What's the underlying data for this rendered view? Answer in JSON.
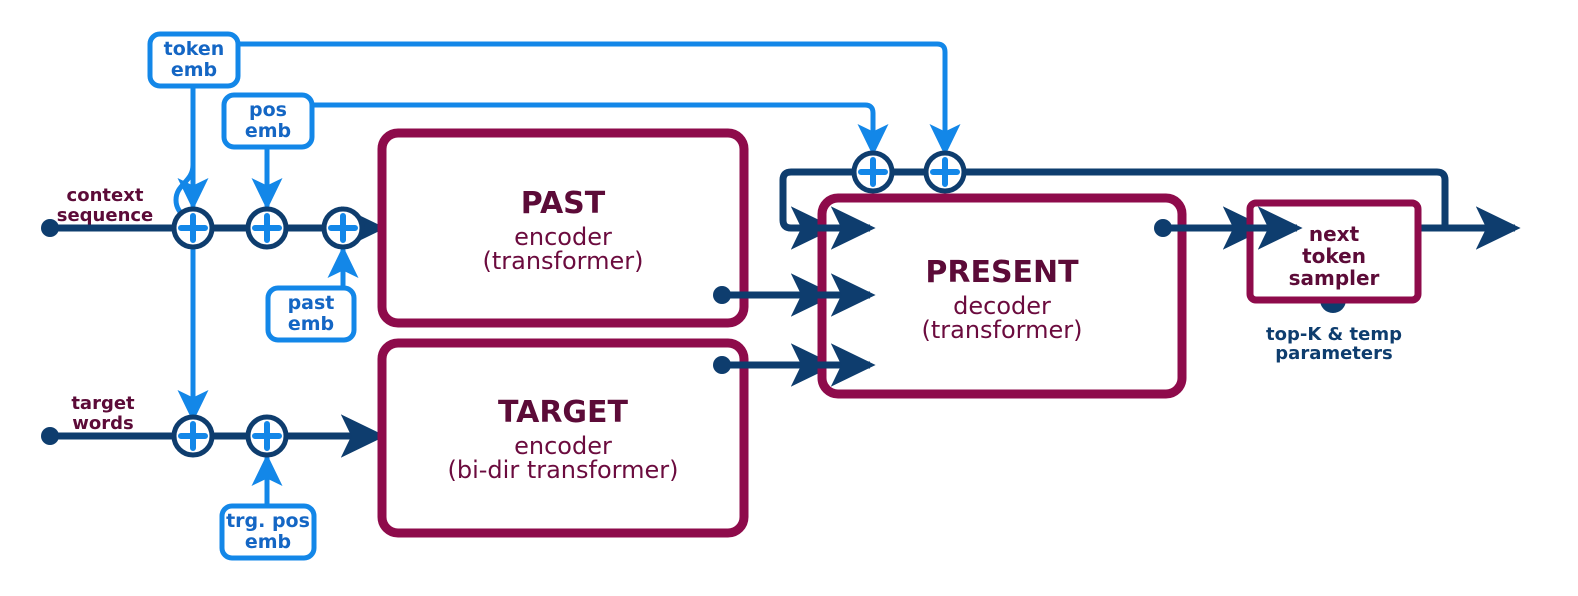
{
  "diagram": {
    "title": "PAST / PRESENT / TARGET transformer architecture",
    "colors": {
      "maroon": "#8E0B4B",
      "maroon_text": "#5C0B38",
      "navy": "#0E3D6E",
      "bright_blue": "#1387E8",
      "white": "#FFFFFF"
    }
  },
  "emb_boxes": {
    "token_emb": {
      "line1": "token",
      "line2": "emb"
    },
    "pos_emb": {
      "line1": "pos",
      "line2": "emb"
    },
    "past_emb": {
      "line1": "past",
      "line2": "emb"
    },
    "trg_pos_emb": {
      "line1": "trg. pos",
      "line2": "emb"
    }
  },
  "inputs": {
    "context_sequence": {
      "line1": "context",
      "line2": "sequence"
    },
    "target_words": {
      "line1": "target",
      "line2": "words"
    }
  },
  "modules": {
    "past": {
      "title": "PAST",
      "sub1": "encoder",
      "sub2": "(transformer)"
    },
    "target": {
      "title": "TARGET",
      "sub1": "encoder",
      "sub2": "(bi-dir transformer)"
    },
    "present": {
      "title": "PRESENT",
      "sub1": "decoder",
      "sub2": "(transformer)"
    },
    "sampler": {
      "line1": "next",
      "line2": "token",
      "line3": "sampler"
    }
  },
  "annotations": {
    "sampler_params": {
      "line1": "top-K & temp",
      "line2": "parameters"
    }
  },
  "operators": {
    "plus_symbol": "+",
    "names": [
      "add-token-emb-context",
      "add-pos-emb-context",
      "add-past-emb-context",
      "add-token-emb-target",
      "add-trg-pos-emb-target",
      "add-pos-emb-present",
      "add-token-emb-present"
    ]
  }
}
